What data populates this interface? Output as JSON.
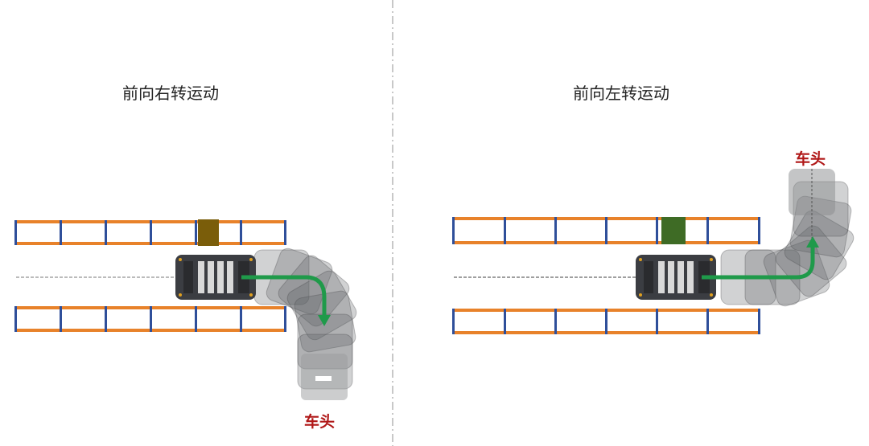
{
  "left_panel": {
    "title": "前向右转运动",
    "head_label": "车头"
  },
  "right_panel": {
    "title": "前向左转运动",
    "head_label": "车头"
  },
  "colors": {
    "rack_beam": "#e8822a",
    "rack_post": "#2f4f9a",
    "robot_body": "#3b3d42",
    "trail": "#5a5c60",
    "path_arrow": "#1f9a4a",
    "left_cargo": "#7a5d0a",
    "right_cargo": "#3e6b25",
    "divider": "#c8c8c8"
  }
}
